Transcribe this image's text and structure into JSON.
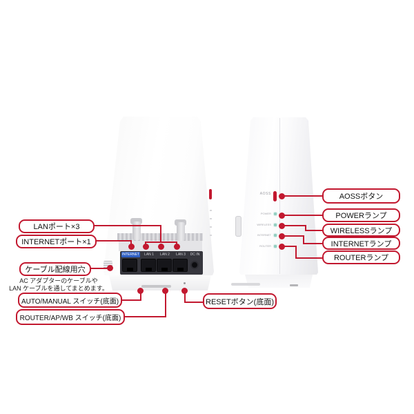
{
  "colors": {
    "accent_red": "#c2182f",
    "panel_dark": "#36363d",
    "internet_port_blue": "#2f5fc4",
    "led_green": "#93cfc2"
  },
  "device_back_view": {
    "port_labels": [
      "INTERNET",
      "LAN 1",
      "LAN 2",
      "LAN 3",
      "DC IN"
    ]
  },
  "device_side_view": {
    "aoss_button_text": "AOSS",
    "led_labels": [
      "POWER",
      "WIRELESS",
      "INTERNET",
      "ROUTER"
    ]
  },
  "callouts": {
    "lan_ports": "LANポート×3",
    "internet_port": "INTERNETポート×1",
    "cable_hole": "ケーブル配線用穴",
    "cable_hole_note_line1": "AC アダプターのケーブルや",
    "cable_hole_note_line2": "LAN ケーブルを通してまとめます。",
    "auto_manual_switch": "AUTO/MANUAL スイッチ(底面)",
    "router_ap_wb_switch": "ROUTER/AP/WB スイッチ(底面)",
    "reset_button": "RESETボタン(底面)",
    "aoss_button": "AOSSボタン",
    "power_lamp": "POWERランプ",
    "wireless_lamp": "WIRELESSランプ",
    "internet_lamp": "INTERNETランプ",
    "router_lamp": "ROUTERランプ"
  }
}
